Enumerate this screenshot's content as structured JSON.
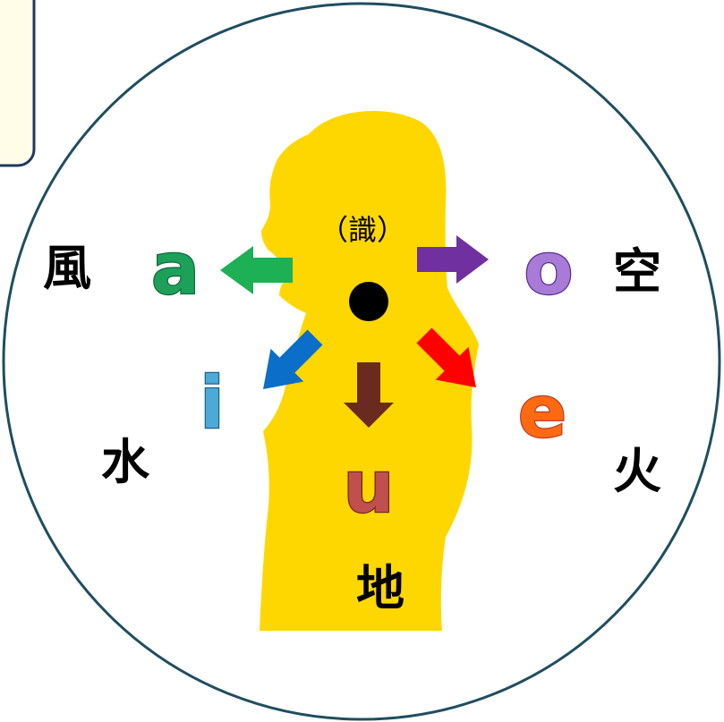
{
  "center_label": "（識）",
  "elements": [
    {
      "id": "wind",
      "kanji": "風",
      "vowel": "a",
      "vowel_fill": "#1DA05A",
      "vowel_stroke": "#0F6B3A",
      "arrow_color": "#1DB054"
    },
    {
      "id": "space",
      "kanji": "空",
      "vowel": "o",
      "vowel_fill": "#A77BD6",
      "vowel_stroke": "#5B2E91",
      "arrow_color": "#7030A0"
    },
    {
      "id": "water",
      "kanji": "水",
      "vowel": "i",
      "vowel_fill": "#4BAAD8",
      "vowel_stroke": "#1F5F88",
      "arrow_color": "#0B6EC8"
    },
    {
      "id": "earth",
      "kanji": "地",
      "vowel": "u",
      "vowel_fill": "#C0504D",
      "vowel_stroke": "#7A2421",
      "arrow_color": "#6B2A1E"
    },
    {
      "id": "fire",
      "kanji": "火",
      "vowel": "e",
      "vowel_fill": "#FF6A10",
      "vowel_stroke": "#C0392B",
      "arrow_color": "#FF0000"
    }
  ],
  "colors": {
    "circle_border": "#1F4E5F",
    "silhouette": "#FFD700",
    "dot": "#000000",
    "callout_fill": "#FFFDE7",
    "callout_border": "#1F3864"
  }
}
